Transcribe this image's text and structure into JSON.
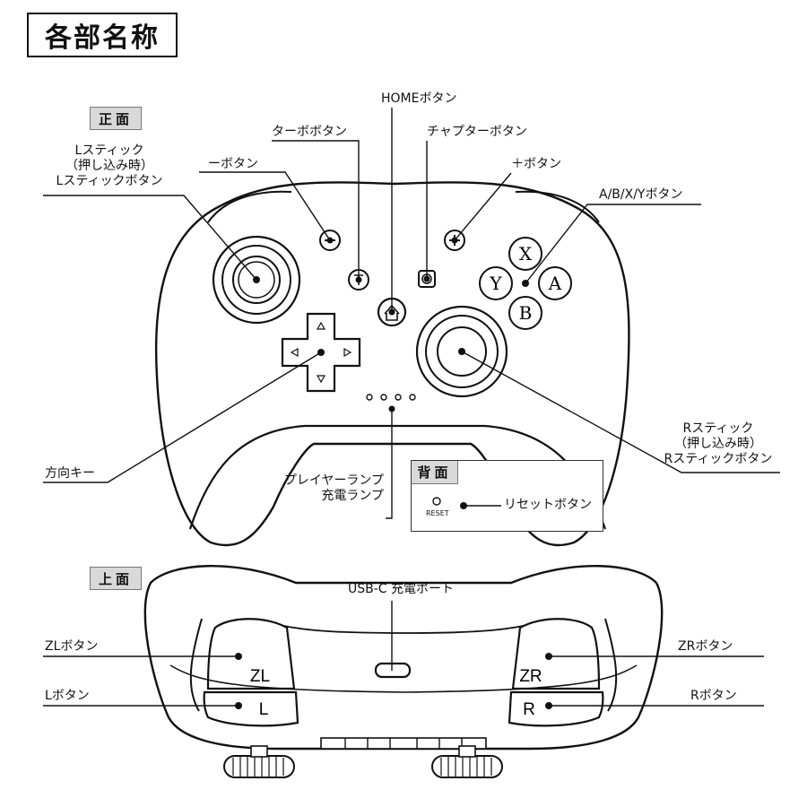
{
  "page": {
    "title": "各部名称"
  },
  "sections": {
    "front": "正面",
    "back": "背面",
    "top": "上面"
  },
  "front_labels": {
    "l_stick": [
      "Lスティック",
      "（押し込み時）",
      "Lスティックボタン"
    ],
    "minus_button": "ーボタン",
    "turbo_button": "ターボボタン",
    "home_button": "HOMEボタン",
    "capture_button": "チャプターボタン",
    "plus_button": "＋ボタン",
    "abxy_buttons": "A/B/X/Yボタン",
    "dpad": "方向キー",
    "player_lamp": [
      "プレイヤーランプ",
      "充電ランプ"
    ],
    "r_stick": [
      "Rスティック",
      "（押し込み時）",
      "Rスティックボタン"
    ]
  },
  "back_labels": {
    "reset_small": "RESET",
    "reset_button": "リセットボタン"
  },
  "top_labels": {
    "usb_port": "USB-C 充電ポート",
    "zl_button": "ZLボタン",
    "l_button": "Lボタン",
    "zr_button": "ZRボタン",
    "r_button": "Rボタン"
  },
  "controller_glyphs": {
    "x": "X",
    "y": "Y",
    "a": "A",
    "b": "B",
    "zl": "ZL",
    "l": "L",
    "zr": "ZR",
    "r": "R"
  }
}
